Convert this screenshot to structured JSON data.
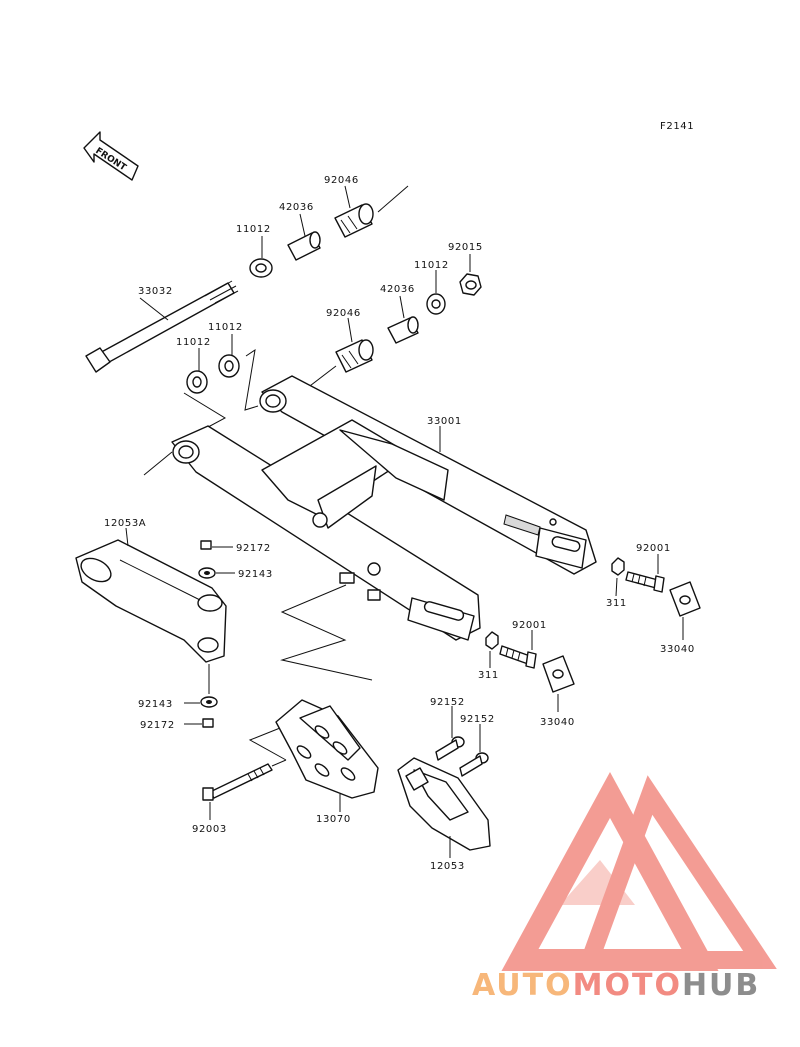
{
  "figure_code": "F2141",
  "front_marker": "FRONT",
  "parts": {
    "p33032": "33032",
    "p11012_a": "11012",
    "p11012_b": "11012",
    "p11012_c": "11012",
    "p11012_d": "11012",
    "p42036_a": "42036",
    "p42036_b": "42036",
    "p92046_a": "92046",
    "p92046_b": "92046",
    "p92015": "92015",
    "p33001": "33001",
    "p12053A": "12053A",
    "p92172_a": "92172",
    "p92172_b": "92172",
    "p92143_a": "92143",
    "p92143_b": "92143",
    "p92001_a": "92001",
    "p92001_b": "92001",
    "p311_a": "311",
    "p311_b": "311",
    "p33040_a": "33040",
    "p33040_b": "33040",
    "p92152_a": "92152",
    "p92152_b": "92152",
    "p92003": "92003",
    "p13070": "13070",
    "p12053": "12053"
  },
  "watermark": {
    "part1": "AUTO",
    "part2": "MOTO",
    "part3": "HUB",
    "colors": {
      "auto": "#f7b77a",
      "moto": "#f28b82",
      "hub": "#8d8d8d",
      "logo": "#f28b82"
    }
  }
}
